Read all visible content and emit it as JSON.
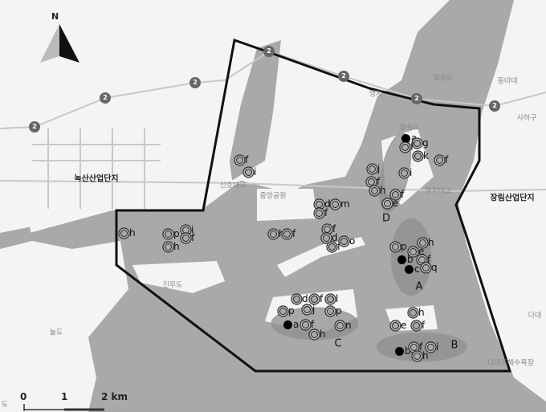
{
  "north_label": "N",
  "scale": {
    "ticks": [
      "0",
      "1",
      "2 km"
    ]
  },
  "route_number": "2",
  "places": [
    {
      "name": "녹산산업단지",
      "bold": true
    },
    {
      "name": "신호대교"
    },
    {
      "name": "중앙공원"
    },
    {
      "name": "명지"
    },
    {
      "name": "을숙도"
    },
    {
      "name": "일웅도"
    },
    {
      "name": "동아대"
    },
    {
      "name": "사하구"
    },
    {
      "name": "명지대교"
    },
    {
      "name": "장림산업단지",
      "bold": true
    },
    {
      "name": "진우도"
    },
    {
      "name": "눌도"
    },
    {
      "name": "다대포해수욕장"
    },
    {
      "name": "다대"
    },
    {
      "name": "도"
    }
  ],
  "zones": [
    "A",
    "B",
    "C",
    "D"
  ],
  "markers": [
    {
      "t": "dot",
      "l": "a"
    },
    {
      "t": "ring",
      "l": "g"
    },
    {
      "t": "ring",
      "l": "f"
    },
    {
      "t": "ring",
      "l": "k"
    },
    {
      "t": "ring",
      "l": "f"
    },
    {
      "t": "ring",
      "l": "j"
    },
    {
      "t": "ring",
      "l": "i"
    },
    {
      "t": "ring",
      "l": "f"
    },
    {
      "t": "ring",
      "l": "h"
    },
    {
      "t": "ring",
      "l": "f"
    },
    {
      "t": "ring",
      "l": "e"
    },
    {
      "t": "ring",
      "l": "f"
    },
    {
      "t": "ring",
      "l": "i"
    },
    {
      "t": "ring",
      "l": "d"
    },
    {
      "t": "ring",
      "l": "m"
    },
    {
      "t": "ring",
      "l": "f"
    },
    {
      "t": "ring",
      "l": "h"
    },
    {
      "t": "ring",
      "l": "p"
    },
    {
      "t": "ring",
      "l": "i"
    },
    {
      "t": "ring",
      "l": "f"
    },
    {
      "t": "ring",
      "l": "h"
    },
    {
      "t": "ring",
      "l": "h"
    },
    {
      "t": "ring",
      "l": "f"
    },
    {
      "t": "ring",
      "l": "f"
    },
    {
      "t": "ring",
      "l": "d"
    },
    {
      "t": "ring",
      "l": "f"
    },
    {
      "t": "ring",
      "l": "o"
    },
    {
      "t": "ring",
      "l": "p"
    },
    {
      "t": "ring",
      "l": "h"
    },
    {
      "t": "ring",
      "l": "e"
    },
    {
      "t": "dot",
      "l": "b"
    },
    {
      "t": "ring",
      "l": "f"
    },
    {
      "t": "dot",
      "l": "c"
    },
    {
      "t": "ring",
      "l": "q"
    },
    {
      "t": "ring",
      "l": "d"
    },
    {
      "t": "ring",
      "l": "f"
    },
    {
      "t": "ring",
      "l": "l"
    },
    {
      "t": "ring",
      "l": "j"
    },
    {
      "t": "ring",
      "l": "p"
    },
    {
      "t": "ring",
      "l": "p"
    },
    {
      "t": "dot",
      "l": "a"
    },
    {
      "t": "ring",
      "l": "f"
    },
    {
      "t": "ring",
      "l": "n"
    },
    {
      "t": "ring",
      "l": "h"
    },
    {
      "t": "ring",
      "l": "h"
    },
    {
      "t": "ring",
      "l": "e"
    },
    {
      "t": "ring",
      "l": "f"
    },
    {
      "t": "dot",
      "l": "b"
    },
    {
      "t": "ring",
      "l": "f"
    },
    {
      "t": "ring",
      "l": "i"
    },
    {
      "t": "ring",
      "l": "h"
    }
  ]
}
